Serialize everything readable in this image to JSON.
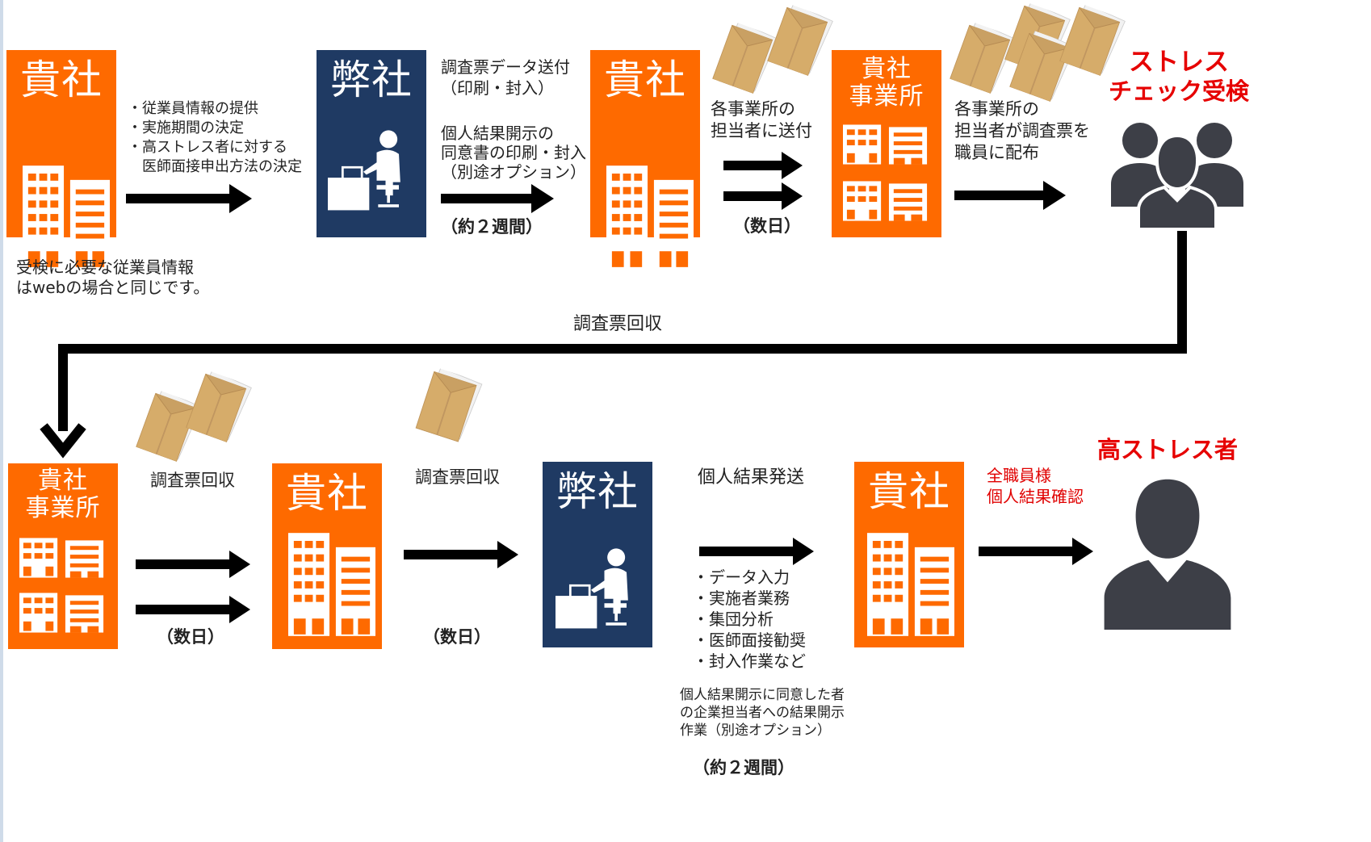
{
  "colors": {
    "client_box": "#fe6a00",
    "our_box": "#1f3a63",
    "arrow": "#000000",
    "highlight_red": "#e60000",
    "person": "#3d3f47",
    "envelope": "#d2a968"
  },
  "icons": {
    "building": "building-icon",
    "office_worker": "office-worker-icon",
    "envelope": "envelope-icon",
    "group": "group-icon",
    "person": "person-icon"
  },
  "boxes": {
    "kisha": "貴社",
    "heisha": "弊社",
    "kisha_jigyosho_line1": "貴社",
    "kisha_jigyosho_line2": "事業所"
  },
  "row1": {
    "step1_bullets": [
      "・従業員情報の提供",
      "・実施期間の決定",
      "・高ストレス者に対する",
      "　医師面接申出方法の決定"
    ],
    "step1_note_line1": "受検に必要な従業員情報",
    "step1_note_line2": "はwebの場合と同じです。",
    "step2_line1": "調査票データ送付",
    "step2_line2": "（印刷・封入）",
    "step2_opt_line1": "個人結果開示の",
    "step2_opt_line2": "同意書の印刷・封入",
    "step2_opt_line3": "（別途オプション）",
    "step2_duration": "（約２週間）",
    "step3_line1": "各事業所の",
    "step3_line2": "担当者に送付",
    "step3_duration": "（数日）",
    "step4_line1": "各事業所の",
    "step4_line2": "担当者が調査票を",
    "step4_line3": "職員に配布",
    "target_line1": "ストレス",
    "target_line2": "チェック受検"
  },
  "connector_label": "調査票回収",
  "row2": {
    "step5_label": "調査票回収",
    "step5_duration": "（数日）",
    "step6_label": "調査票回収",
    "step6_duration": "（数日）",
    "step7_label": "個人結果発送",
    "step7_bullets": [
      "・データ入力",
      "・実施者業務",
      "・集団分析",
      "・医師面接勧奨",
      "・封入作業など"
    ],
    "step7_opt_line1": "個人結果開示に同意した者",
    "step7_opt_line2": "の企業担当者への結果開示",
    "step7_opt_line3": "作業（別途オプション）",
    "step7_duration": "（約２週間）",
    "step8_line1": "全職員様",
    "step8_line2": "個人結果確認",
    "target_label": "高ストレス者"
  }
}
